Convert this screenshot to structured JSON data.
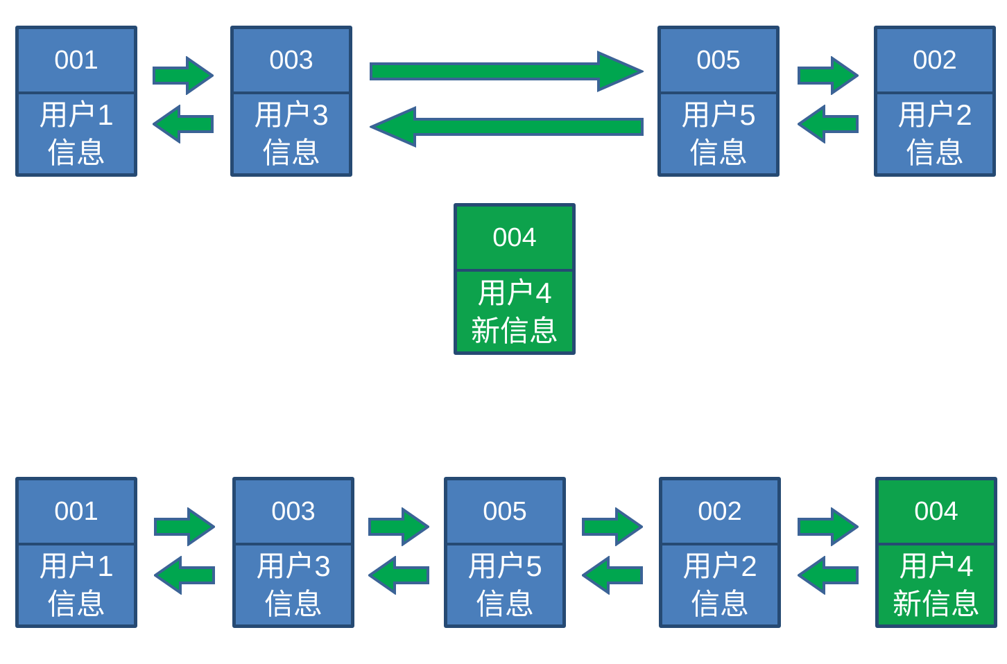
{
  "title": "Doubly linked list insertion diagram",
  "colors": {
    "background": "#FFFFFF",
    "node-fill": "#4A7EBB",
    "node-border": "#264A73",
    "new-node-fill": "#0DA24C",
    "arrow-fill": "#00A64F",
    "arrow-border": "#3B6396",
    "node-text": "#FFFFFF"
  },
  "top_list": {
    "nodes": [
      {
        "id": "001",
        "info_line1": "用户1",
        "info_line2": "信息"
      },
      {
        "id": "003",
        "info_line1": "用户3",
        "info_line2": "信息"
      },
      {
        "id": "005",
        "info_line1": "用户5",
        "info_line2": "信息"
      },
      {
        "id": "002",
        "info_line1": "用户2",
        "info_line2": "信息"
      }
    ]
  },
  "new_node": {
    "id": "004",
    "info_line1": "用户4",
    "info_line2": "新信息"
  },
  "bottom_list": {
    "nodes": [
      {
        "id": "001",
        "info_line1": "用户1",
        "info_line2": "信息"
      },
      {
        "id": "003",
        "info_line1": "用户3",
        "info_line2": "信息"
      },
      {
        "id": "005",
        "info_line1": "用户5",
        "info_line2": "信息"
      },
      {
        "id": "002",
        "info_line1": "用户2",
        "info_line2": "信息"
      },
      {
        "id": "004",
        "info_line1": "用户4",
        "info_line2": "新信息"
      }
    ]
  }
}
